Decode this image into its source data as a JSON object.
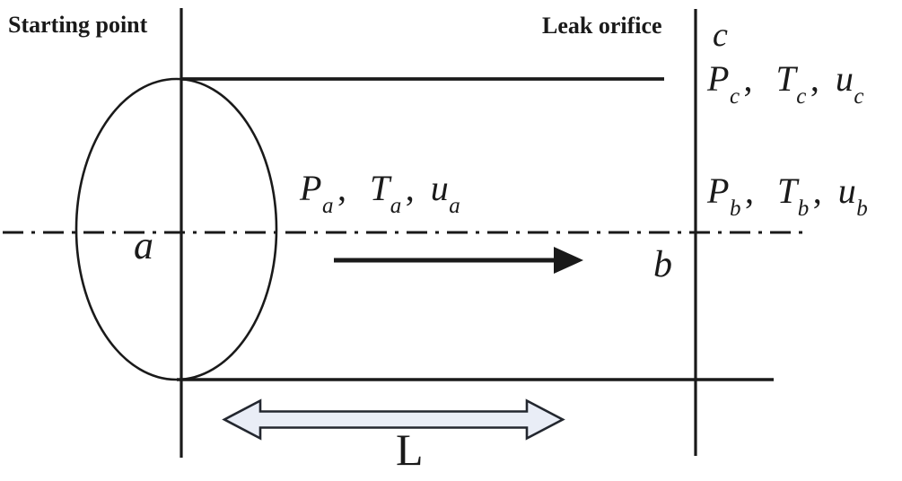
{
  "labels": {
    "starting_point": "Starting point",
    "leak_orifice": "Leak orifice",
    "point_a": "a",
    "point_b": "b",
    "point_c": "c",
    "length": "L",
    "comma": ","
  },
  "variables": {
    "row_a": [
      {
        "sym": "P",
        "sub": "a"
      },
      {
        "sym": "T",
        "sub": "a"
      },
      {
        "sym": "u",
        "sub": "a"
      }
    ],
    "row_b": [
      {
        "sym": "P",
        "sub": "b"
      },
      {
        "sym": "T",
        "sub": "b"
      },
      {
        "sym": "u",
        "sub": "b"
      }
    ],
    "row_c": [
      {
        "sym": "P",
        "sub": "c"
      },
      {
        "sym": "T",
        "sub": "c"
      },
      {
        "sym": "u",
        "sub": "c"
      }
    ]
  },
  "colors": {
    "line": "#1a1a1a",
    "dimension_arrow_fill": "#e9edf6",
    "dimension_arrow_stroke": "#23272f"
  }
}
